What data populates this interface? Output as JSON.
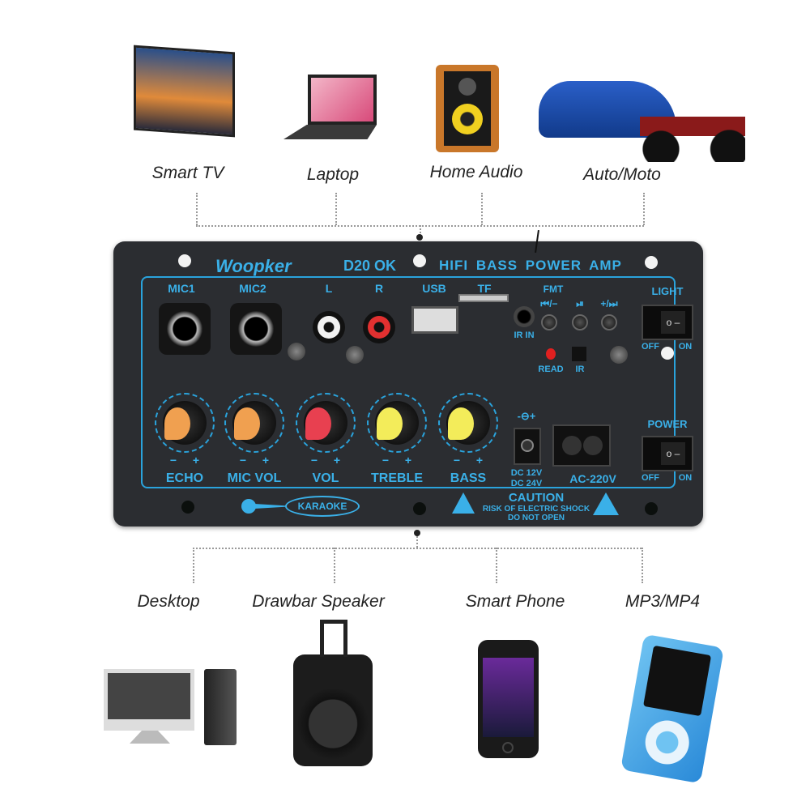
{
  "top_devices": [
    {
      "label": "Smart TV",
      "icon": "tv"
    },
    {
      "label": "Laptop",
      "icon": "laptop"
    },
    {
      "label": "Home Audio",
      "icon": "speaker"
    },
    {
      "label": "Auto/Moto",
      "icon": "car-motorcycle"
    }
  ],
  "bottom_devices": [
    {
      "label": "Desktop",
      "icon": "desktop"
    },
    {
      "label": "Drawbar Speaker",
      "icon": "trolley-speaker"
    },
    {
      "label": "Smart Phone",
      "icon": "phone"
    },
    {
      "label": "MP3/MP4",
      "icon": "mp3-player"
    }
  ],
  "panel": {
    "brand": "Woopker",
    "model": "D20 OK",
    "title": "HIFI BASS POWER AMP",
    "inputs": {
      "mic1": "MIC1",
      "mic2": "MIC2",
      "l": "L",
      "r": "R",
      "usb": "USB",
      "tf": "TF",
      "ir_in": "IR IN",
      "fm": "FMT",
      "read": "READ",
      "ir": "IR"
    },
    "buttons": [
      "⏮/−",
      "⏯",
      "+/⏭"
    ],
    "light": {
      "label": "LIGHT",
      "off": "OFF",
      "on": "ON"
    },
    "power": {
      "label": "POWER",
      "off": "OFF",
      "on": "ON"
    },
    "knobs": [
      {
        "label": "ECHO",
        "color": "#f0a050"
      },
      {
        "label": "MIC VOL",
        "color": "#f0a050"
      },
      {
        "label": "VOL",
        "color": "#e84050"
      },
      {
        "label": "TREBLE",
        "color": "#f3ec5a"
      },
      {
        "label": "BASS",
        "color": "#f3ec5a"
      }
    ],
    "minus": "−",
    "plus": "+",
    "dc": {
      "symbol": "-⊖+",
      "line1": "DC 12V",
      "line2": "DC 24V"
    },
    "ac": "AC-220V",
    "karaoke": "KARAOKE",
    "caution": {
      "title": "CAUTION",
      "line1": "RISK OF ELECTRIC SHOCK",
      "line2": "DO NOT OPEN"
    }
  },
  "accent": "#2aa3dc"
}
